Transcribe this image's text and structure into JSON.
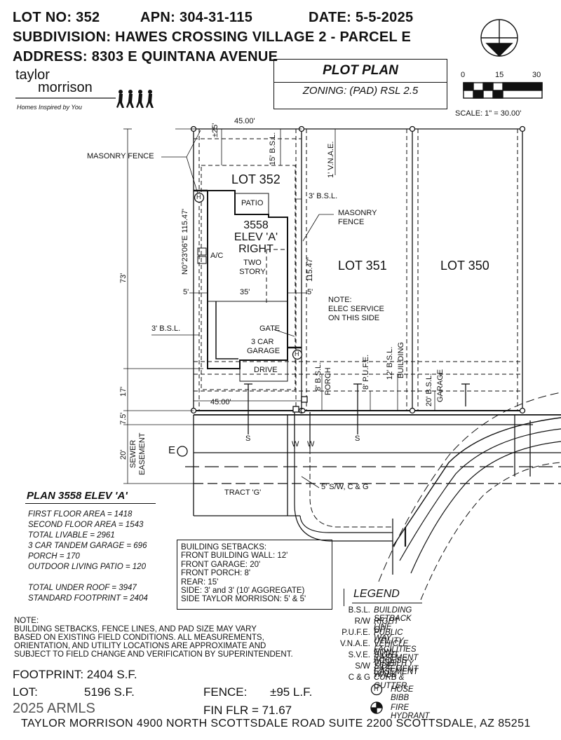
{
  "header": {
    "lot_no": "LOT NO: 352",
    "apn": "APN: 304-31-115",
    "date": "DATE: 5-5-2025",
    "subdivision": "SUBDIVISION: HAWES CROSSING VILLAGE 2 - PARCEL E",
    "address": "ADDRESS: 8303 E QUINTANA AVENUE"
  },
  "logo": {
    "line1": "taylor",
    "line2": "morrison",
    "tagline": "Homes Inspired by You"
  },
  "title_block": {
    "title": "PLOT PLAN",
    "zoning": "ZONING: (PAD) RSL 2.5"
  },
  "scale": {
    "tick0": "0",
    "tick1": "15",
    "tick2": "30",
    "label": "SCALE: 1\" = 30.00'"
  },
  "drawing": {
    "dim_top": "45.00'",
    "dim_bottom": "45.00'",
    "dim_25": "±25'",
    "bsl_15": "15' B.S.L.",
    "vnae": "1' V.N.A.E.",
    "masonry_fence_left": "MASONRY FENCE",
    "masonry_fence_right_1": "MASONRY",
    "masonry_fence_right_2": "FENCE",
    "lot_352": "LOT 352",
    "patio": "PATIO",
    "bsl_3_right": "3' B.S.L.",
    "house_1": "3558",
    "house_2": "ELEV 'A'",
    "house_3": "RIGHT",
    "two_story_1": "TWO",
    "two_story_2": "STORY",
    "ac": "A/C",
    "bearing": "N0°23'06\"E 115.47'",
    "dim_115_right": "115.47'",
    "dim_73": "73'",
    "dim_5_left": "5'",
    "dim_35": "35'",
    "dim_5_right": "5'",
    "lot_351": "LOT 351",
    "lot_350": "LOT 350",
    "note_elec_1": "NOTE:",
    "note_elec_2": "ELEC SERVICE",
    "note_elec_3": "ON THIS SIDE",
    "gate": "GATE",
    "garage_1": "3 CAR",
    "garage_2": "GARAGE",
    "drive": "DRIVE",
    "bsl_3_left": "3' B.S.L.",
    "h_marker": "H",
    "bsl_8": "8' B.S.L.",
    "porch": "PORCH",
    "pufe": "8' P.U.F.E.",
    "bsl_12": "12' B.S.L.",
    "building": "BUILDING",
    "bsl_20": "20' B.S.L.",
    "garage_v": "GARAGE",
    "dim_17": "17'",
    "dim_75": "7.5'",
    "dim_20": "20'",
    "sewer_1": "SEWER",
    "sewer_2": "EASEMENT",
    "e_marker": "E",
    "s_marker": "S",
    "w_marker": "W",
    "tract_g": "TRACT 'G'",
    "sw_cg": "5' S/W, C & G"
  },
  "plan_info": {
    "title": "PLAN 3558 ELEV 'A'",
    "lines": [
      "FIRST FLOOR AREA = 1418",
      "SECOND FLOOR AREA = 1543",
      "TOTAL LIVABLE = 2961",
      "3 CAR TANDEM GARAGE = 696",
      "PORCH = 170",
      "OUTDOOR LIVING PATIO = 120"
    ],
    "lines2": [
      "TOTAL UNDER ROOF = 3947",
      "STANDARD FOOTPRINT = 2404"
    ]
  },
  "setbacks": [
    "BUILDING SETBACKS:",
    "FRONT BUILDING WALL: 12'",
    "FRONT GARAGE: 20'",
    "FRONT PORCH: 8'",
    "REAR: 15'",
    "SIDE: 3' and 3' (10' AGGREGATE)",
    "SIDE TAYLOR MORRISON: 5' & 5'"
  ],
  "legend": {
    "title": "LEGEND",
    "rows": [
      {
        "key": "B.S.L.",
        "value": "BUILDING SETBACK LINE"
      },
      {
        "key": "R/W",
        "value": "RIGHT OF WAY"
      },
      {
        "key": "P.U.F.E.",
        "value": "PUBLIC UTILITY FACILITIES EASEMENT"
      },
      {
        "key": "V.N.A.E.",
        "value": "VEHICLE NON-ACCESS EASEMENT"
      },
      {
        "key": "S.V.E.",
        "value": "SIGHT VISIBILITY EASEMENT"
      },
      {
        "key": "S/W",
        "value": "SIDE WALK"
      },
      {
        "key": "C & G",
        "value": "CURB & GUTTER"
      },
      {
        "key": "H",
        "value": "HOSE BIBB"
      },
      {
        "key": "",
        "value": "FIRE HYDRANT"
      }
    ]
  },
  "note": [
    "NOTE:",
    "BUILDING SETBACKS, FENCE LINES, AND PAD SIZE MAY VARY",
    "BASED ON EXISTING FIELD CONDITIONS.  ALL MEASUREMENTS,",
    "ORIENTATION, AND UTILITY LOCATIONS ARE APPROXIMATE AND",
    "SUBJECT TO FIELD CHANGE AND VERIFICATION BY SUPERINTENDENT."
  ],
  "summary": {
    "footprint": "FOOTPRINT: 2404 S.F.",
    "lot_label": "LOT:",
    "lot_value": "5196 S.F.",
    "fence_label": "FENCE:",
    "fence_value": "±95 L.F.",
    "fin_flr": "FIN FLR = 71.67",
    "watermark": "2025 ARMLS"
  },
  "footer": "TAYLOR MORRISON 4900 NORTH SCOTTSDALE ROAD SUITE 2200 SCOTTSDALE, AZ  85251"
}
